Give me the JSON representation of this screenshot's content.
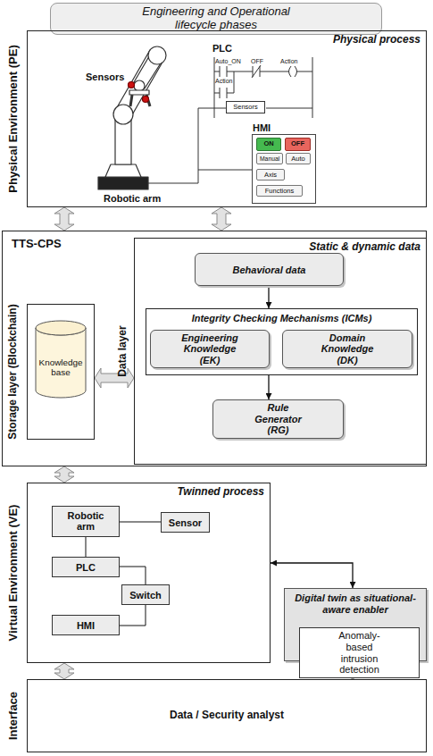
{
  "diagram": {
    "nodes": [
      {
        "text": [
          "Engineering and Operational lifecycle phases"
        ]
      },
      {
        "text": [
          "Physical process",
          "Physical Environment (PE)"
        ]
      },
      {
        "text": [
          "PLC"
        ],
        "in": 1
      },
      {
        "text": [
          "Sensors"
        ],
        "in": 2
      },
      {
        "text": [
          "HMI"
        ],
        "in": 1
      },
      {
        "text": [
          "ON"
        ],
        "in": 4
      },
      {
        "text": [
          "OFF"
        ],
        "in": 4
      },
      {
        "text": [
          "Manual"
        ],
        "in": 4
      },
      {
        "text": [
          "Auto"
        ],
        "in": 4
      },
      {
        "text": [
          "Axis"
        ],
        "in": 4
      },
      {
        "text": [
          "Functions"
        ],
        "in": 4
      },
      {
        "text": [
          "TTS-CPS"
        ]
      },
      {
        "text": [
          "Storage layer (Blockchain)"
        ],
        "in": 11
      },
      {
        "text": [
          "Knowledge base"
        ],
        "in": 12
      },
      {
        "text": [
          "Static & dynamic data",
          "Data layer"
        ],
        "in": 11
      },
      {
        "text": [
          "Behavioral data"
        ],
        "in": 14
      },
      {
        "text": [
          "Integrity Checking Mechanisms (ICMs)"
        ],
        "in": 14
      },
      {
        "text": [
          "Engineering Knowledge (EK)"
        ],
        "in": 16
      },
      {
        "text": [
          "Domain Knowledge (DK)"
        ],
        "in": 16
      },
      {
        "text": [
          "Rule Generator (RG)"
        ],
        "in": 14
      },
      {
        "text": [
          "Twinned process",
          "Virtual Environment (VE)"
        ]
      },
      {
        "text": [
          "Robotic arm"
        ],
        "in": 20
      },
      {
        "text": [
          "Sensor"
        ],
        "in": 20
      },
      {
        "text": [
          "PLC"
        ],
        "in": 20
      },
      {
        "text": [
          "Switch"
        ],
        "in": 20
      },
      {
        "text": [
          "HMI"
        ],
        "in": 20
      },
      {
        "text": [
          "Digital twin as situational-aware enabler"
        ]
      },
      {
        "text": [
          "Anomaly-based intrusion detection"
        ],
        "in": 26
      },
      {
        "text": [
          "Data / Security analyst",
          "Interface"
        ]
      }
    ],
    "edges": [
      {
        "from": 1,
        "to": 11,
        "arrow": "both"
      },
      {
        "from": 1,
        "to": 11,
        "arrow": "both"
      },
      {
        "from": 15,
        "to": 16,
        "arrow": "to"
      },
      {
        "from": 16,
        "to": 19,
        "arrow": "to"
      },
      {
        "from": 12,
        "to": 14,
        "arrow": "both"
      },
      {
        "from": 11,
        "to": 20,
        "arrow": "both"
      },
      {
        "from": 21,
        "to": 22,
        "arrow": "none"
      },
      {
        "from": 21,
        "to": 23,
        "arrow": "none"
      },
      {
        "from": 23,
        "to": 24,
        "arrow": "none"
      },
      {
        "from": 25,
        "to": 24,
        "arrow": "none"
      },
      {
        "from": 20,
        "to": 26,
        "arrow": "both"
      },
      {
        "from": 20,
        "to": 28,
        "arrow": "both"
      },
      {
        "from": 26,
        "to": 28,
        "arrow": "both"
      }
    ],
    "labels": [
      "Sensors",
      "Robotic arm",
      "Auto_ON",
      "OFF",
      "Action",
      "Action"
    ]
  }
}
